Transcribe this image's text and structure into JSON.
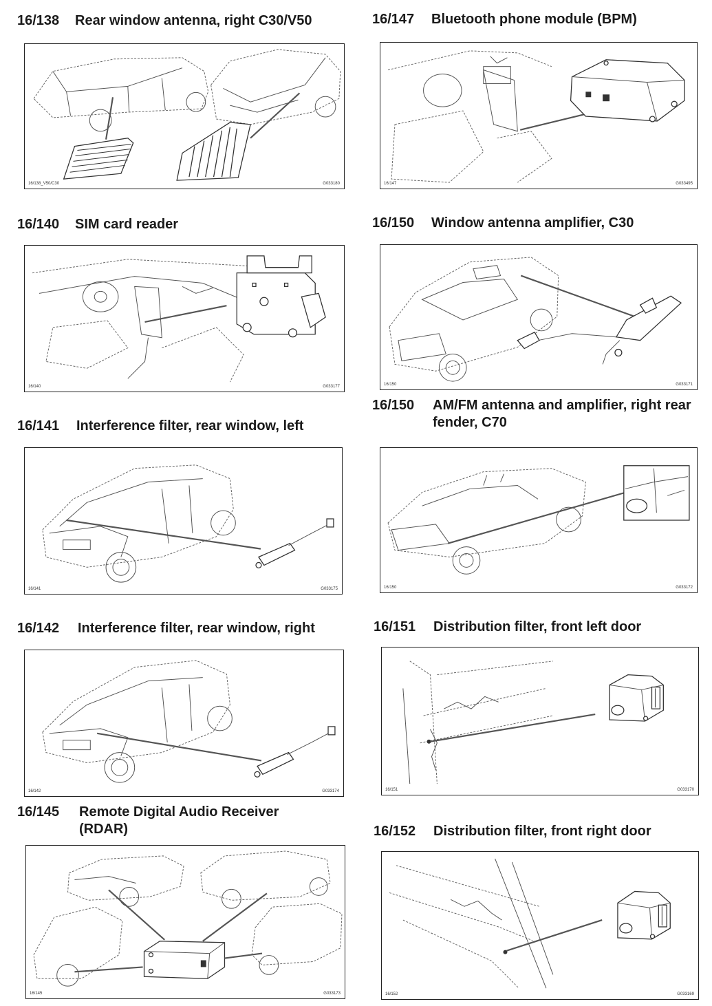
{
  "entries": [
    {
      "key": "e138",
      "code": "16/138",
      "title": "Rear window antenna, right C30/V50",
      "fig_ref": "16/138_V50/C30",
      "fig_id": "G033180"
    },
    {
      "key": "e147",
      "code": "16/147",
      "title": "Bluetooth phone module (BPM)",
      "fig_ref": "16/147",
      "fig_id": "G033495"
    },
    {
      "key": "e140",
      "code": "16/140",
      "title": "SIM card reader",
      "fig_ref": "16/140",
      "fig_id": "G033177"
    },
    {
      "key": "e150a",
      "code": "16/150",
      "title": "Window antenna amplifier, C30",
      "fig_ref": "16/150",
      "fig_id": "G033171"
    },
    {
      "key": "e141",
      "code": "16/141",
      "title": "Interference filter, rear window, left",
      "fig_ref": "16/141",
      "fig_id": "G033175"
    },
    {
      "key": "e150b",
      "code": "16/150",
      "title": "AM/FM antenna and amplifier, right rear fender, C70",
      "fig_ref": "16/150",
      "fig_id": "G033172"
    },
    {
      "key": "e142",
      "code": "16/142",
      "title": "Interference filter, rear window, right",
      "fig_ref": "16/142",
      "fig_id": "G033174"
    },
    {
      "key": "e151",
      "code": "16/151",
      "title": "Distribution filter, front left door",
      "fig_ref": "16/151",
      "fig_id": "G033170"
    },
    {
      "key": "e145",
      "code": "16/145",
      "title": "Remote Digital Audio Receiver (RDAR)",
      "fig_ref": "16/145",
      "fig_id": "G033173"
    },
    {
      "key": "e152",
      "code": "16/152",
      "title": "Distribution filter, front right door",
      "fig_ref": "16/152",
      "fig_id": "G033169"
    }
  ]
}
